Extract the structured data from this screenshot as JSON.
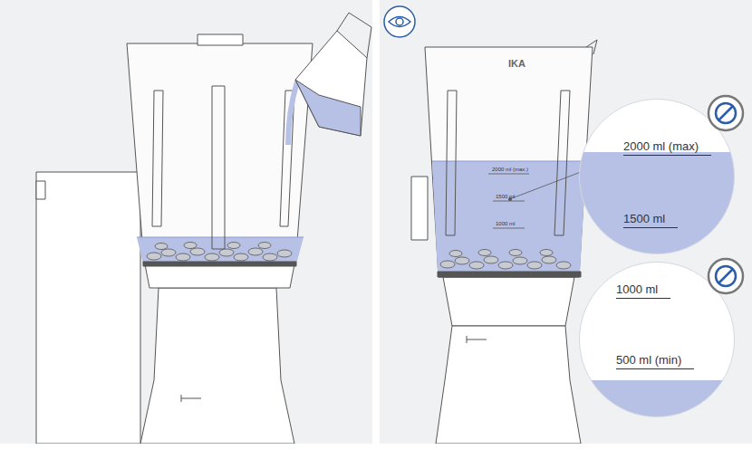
{
  "diagram": {
    "nodes": [
      {
        "text": [
          "2000 ml (max)",
          "1500 ml"
        ]
      },
      {
        "text": [
          "1000 ml",
          "500 ml (min)"
        ]
      }
    ],
    "labels": [
      "IKA",
      "2000 ml (max.)",
      "1500 ml",
      "1000 ml"
    ]
  }
}
